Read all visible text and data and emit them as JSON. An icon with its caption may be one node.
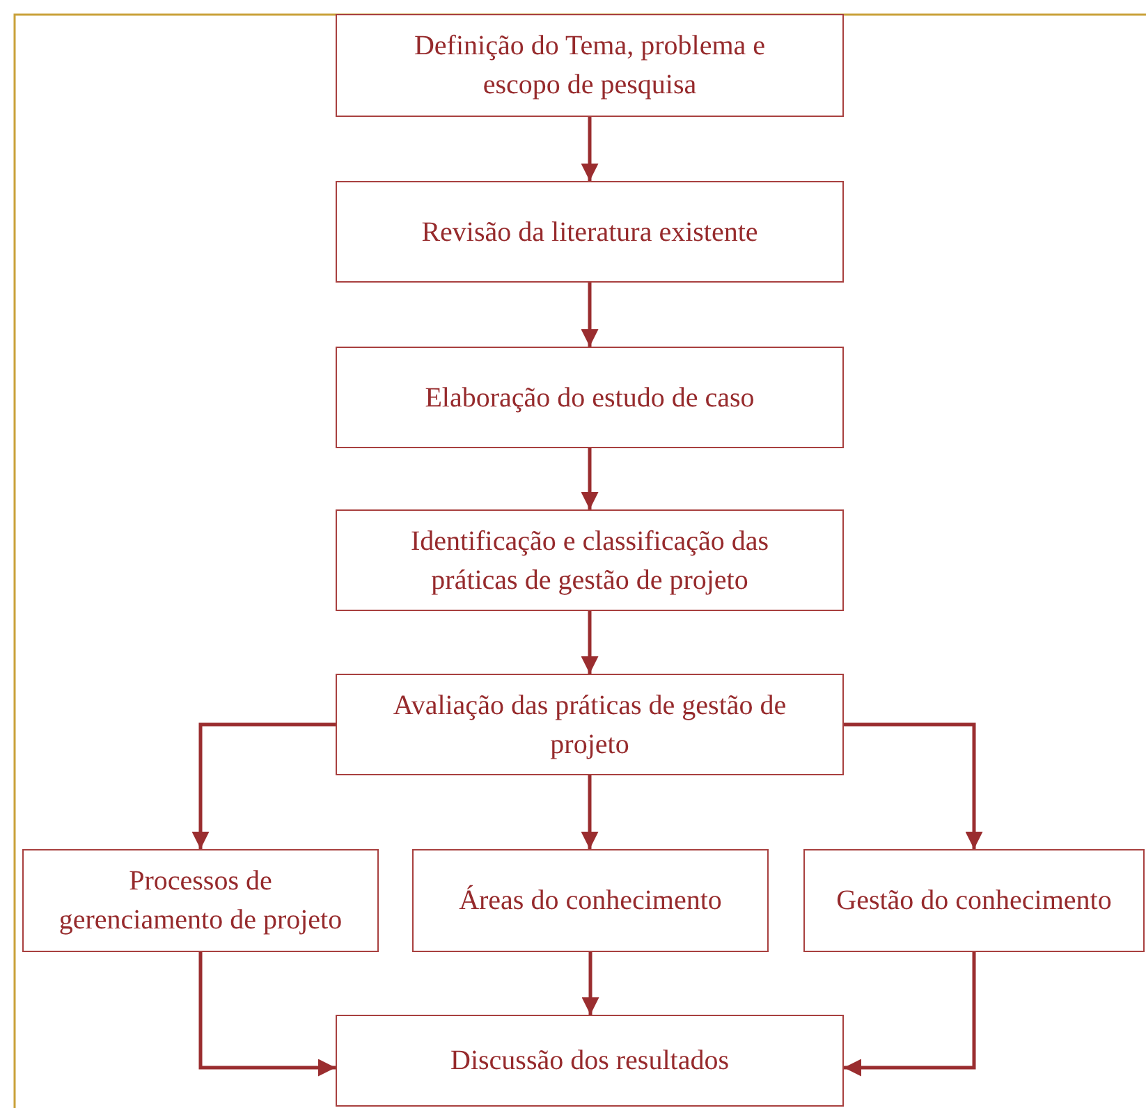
{
  "diagram": {
    "nodes": [
      {
        "text": [
          "Definição do Tema, problema e escopo de pesquisa"
        ]
      },
      {
        "text": [
          "Revisão da literatura existente"
        ]
      },
      {
        "text": [
          "Elaboração do estudo de caso"
        ]
      },
      {
        "text": [
          "Identificação e classificação das práticas de gestão de projeto"
        ]
      },
      {
        "text": [
          "Avaliação das práticas de gestão de projeto"
        ]
      },
      {
        "text": [
          "Processos de gerenciamento de projeto"
        ]
      },
      {
        "text": [
          "Áreas do conhecimento"
        ]
      },
      {
        "text": [
          "Gestão do conhecimento"
        ]
      },
      {
        "text": [
          "Discussão dos resultados"
        ]
      }
    ],
    "edges": [
      {
        "from": 0,
        "to": 1,
        "arrow": "to"
      },
      {
        "from": 1,
        "to": 2,
        "arrow": "to"
      },
      {
        "from": 2,
        "to": 3,
        "arrow": "to"
      },
      {
        "from": 3,
        "to": 4,
        "arrow": "to"
      },
      {
        "from": 4,
        "to": 5,
        "arrow": "to"
      },
      {
        "from": 4,
        "to": 6,
        "arrow": "to"
      },
      {
        "from": 4,
        "to": 7,
        "arrow": "to"
      },
      {
        "from": 5,
        "to": 8,
        "arrow": "to"
      },
      {
        "from": 6,
        "to": 8,
        "arrow": "to"
      },
      {
        "from": 7,
        "to": 8,
        "arrow": "to"
      }
    ]
  }
}
